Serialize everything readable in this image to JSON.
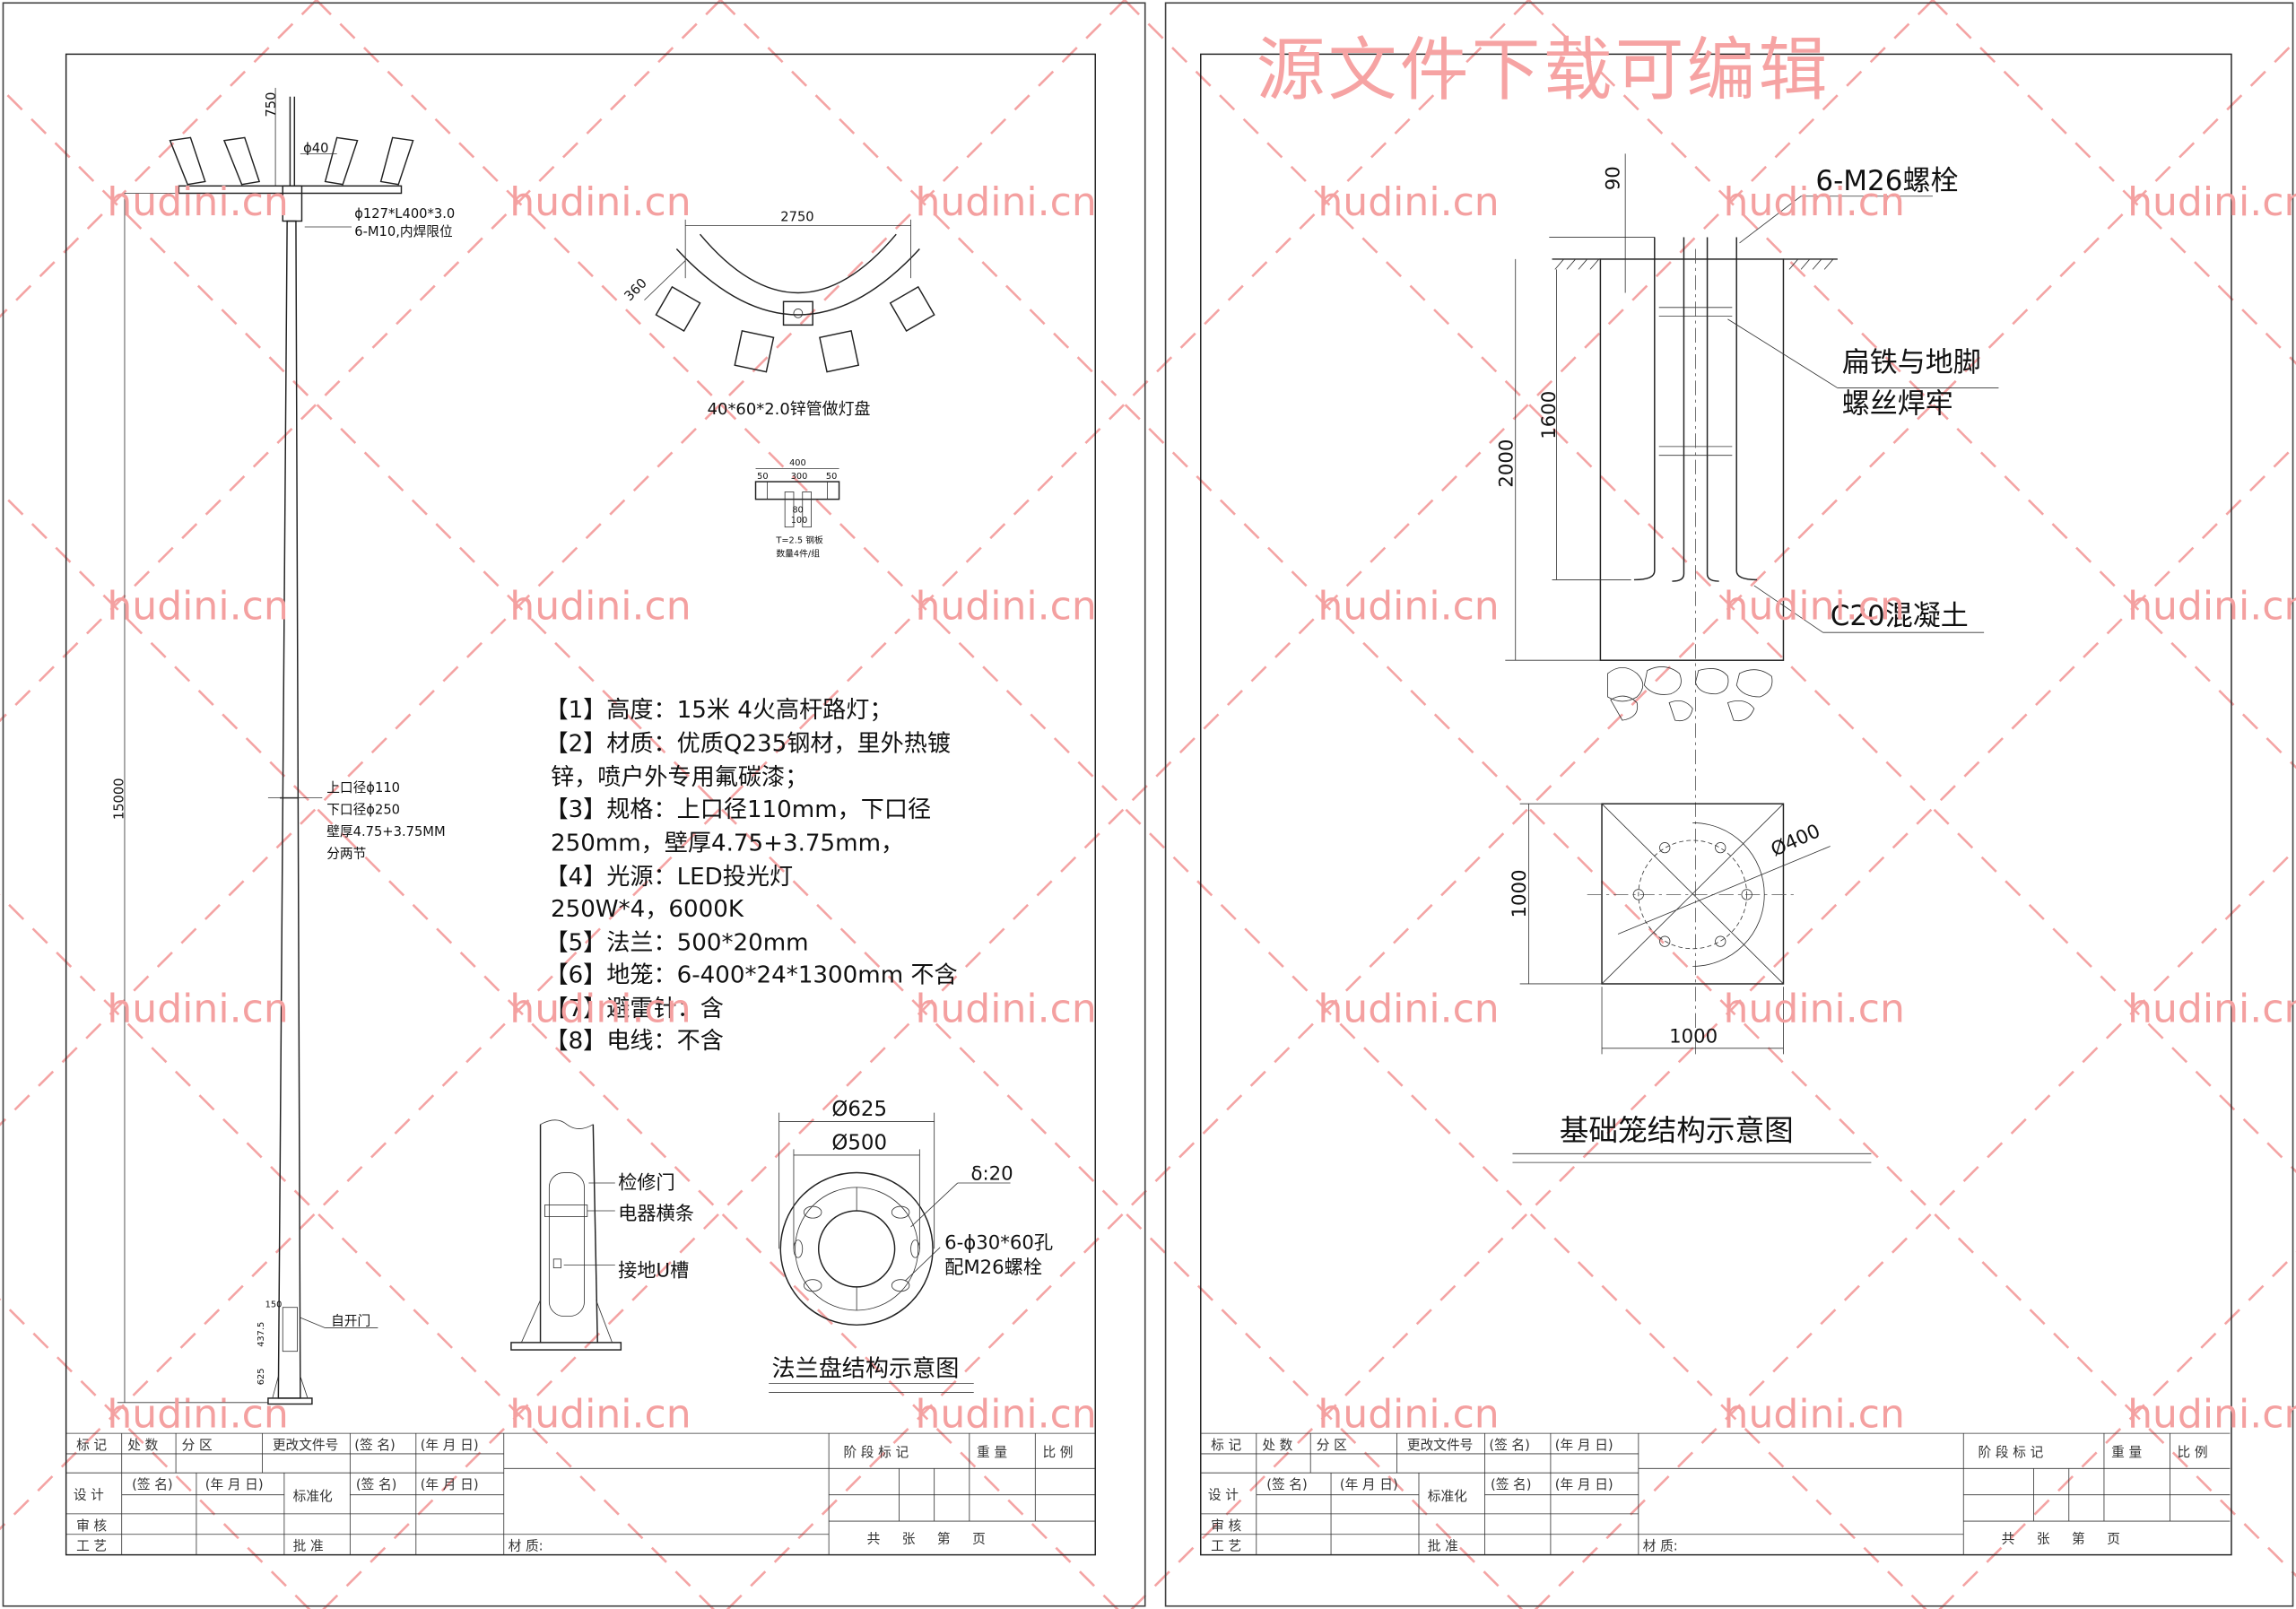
{
  "watermark": "hudini.cn",
  "header_banner": "源文件下载可编辑",
  "pole_sheet": {
    "dim_750": "750",
    "dim_phi40": "ϕ40",
    "sleeve_spec": "ϕ127*L400*3.0",
    "sleeve_bolts": "6-M10,内焊限位",
    "dim_15000": "15000",
    "pole_notes": [
      "上口径ϕ110",
      "下口径ϕ250",
      "壁厚4.75+3.75MM",
      "分两节"
    ],
    "door_label": "自开门",
    "dim_150": "150",
    "dim_437_5": "437.5",
    "dim_625": "625",
    "disk_dim_2750": "2750",
    "disk_dim_360": "360",
    "disk_caption": "40*60*2.0锌管做灯盘",
    "bracket": {
      "w400": "400",
      "w50a": "50",
      "w300": "300",
      "w50b": "50",
      "w80": "80",
      "w100": "100",
      "note1": "T=2.5 钢板",
      "note2": "数量4件/组"
    },
    "specs": [
      "【1】高度：15米  4火高杆路灯；",
      "【2】材质：优质Q235钢材，里外热镀",
      "锌，喷户外专用氟碳漆；",
      "【3】规格：上口径110mm，下口径",
      "250mm，壁厚4.75+3.75mm，",
      "【4】光源：LED投光灯",
      "250W*4，6000K",
      "【5】法兰：500*20mm",
      "【6】地笼：6-400*24*1300mm 不含",
      "【7】避雷针：含",
      "【8】电线：不含"
    ],
    "base_labels": [
      "检修门",
      "电器横条",
      "接地U槽"
    ],
    "flange": {
      "d625": "Ø625",
      "d500": "Ø500",
      "thickness": "δ:20",
      "holes": "6-ϕ30*60孔",
      "bolts": "配M26螺栓",
      "title": "法兰盘结构示意图"
    }
  },
  "foundation_sheet": {
    "dim_90": "90",
    "dim_1600": "1600",
    "dim_2000": "2000",
    "bolt_label": "6-M26螺栓",
    "weld_label_1": "扁铁与地脚",
    "weld_label_2": "螺丝焊牢",
    "concrete_label": "C20混凝土",
    "plan_dim_v": "1000",
    "plan_dim_h": "1000",
    "plan_dim_d": "Ø400",
    "title": "基础笼结构示意图"
  },
  "title_block": {
    "row1": [
      "标 记",
      "处 数",
      "分 区",
      "更改文件号",
      "(签 名)",
      "(年 月 日)"
    ],
    "design": "设 计",
    "sign": "(签 名)",
    "date": "(年 月 日)",
    "standardize": "标准化",
    "sign2": "(签 名)",
    "date2": "(年 月 日)",
    "review": "审 核",
    "craft": "工 艺",
    "approve": "批 准",
    "material": "材 质:",
    "stage": "阶 段 标 记",
    "weight": "重 量",
    "scale": "比 例",
    "sheets": [
      "共",
      "张",
      "第",
      "页"
    ]
  }
}
